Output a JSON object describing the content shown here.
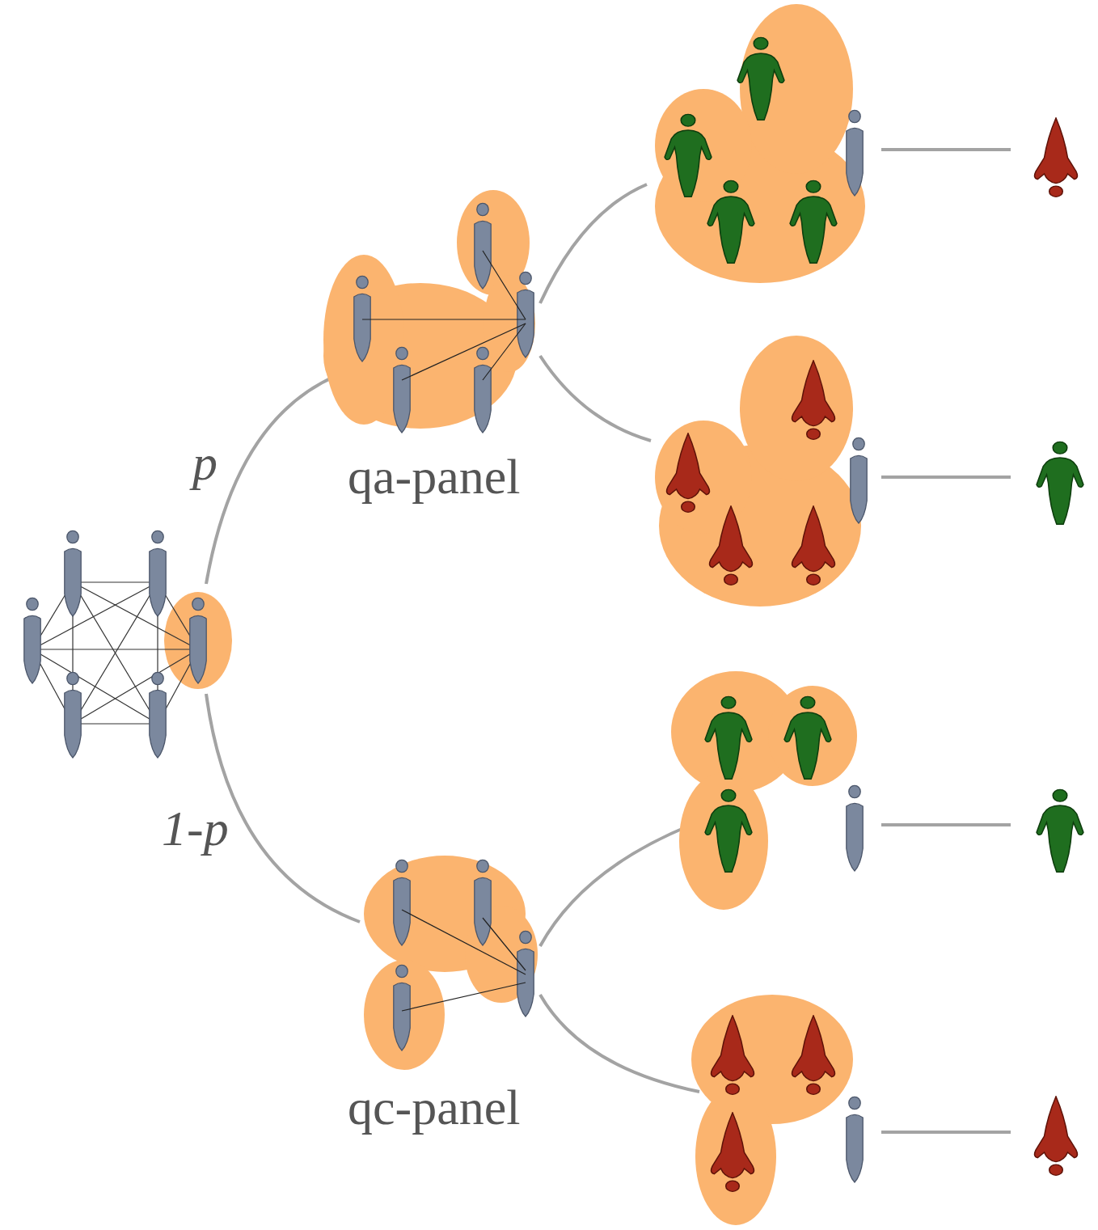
{
  "diagram": {
    "nodes": [
      {
        "text": [
          "qa-panel"
        ]
      },
      {
        "text": [
          "qc-panel"
        ]
      }
    ],
    "labels": [
      "p",
      "1-p"
    ]
  }
}
